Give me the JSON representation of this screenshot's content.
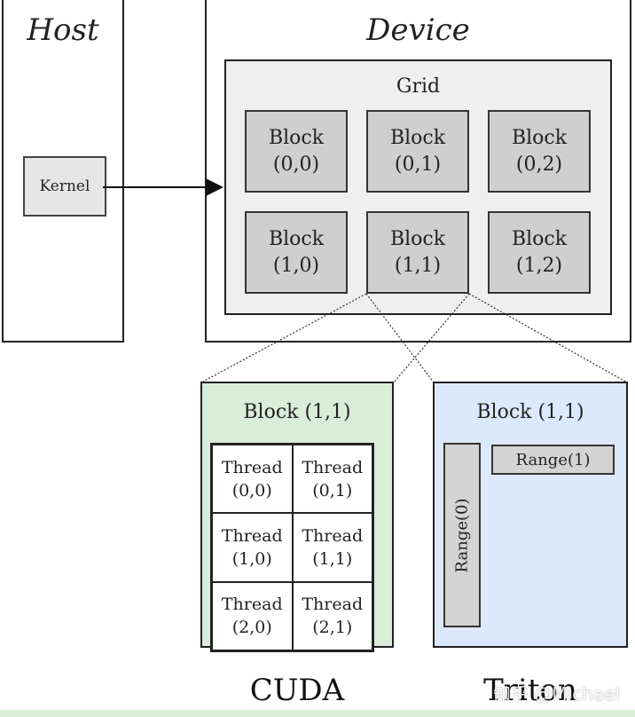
{
  "host": {
    "title": "Host",
    "kernel_label": "Kernel"
  },
  "device": {
    "title": "Device",
    "grid_label": "Grid",
    "blocks": [
      {
        "line1": "Block",
        "line2": "(0,0)"
      },
      {
        "line1": "Block",
        "line2": "(0,1)"
      },
      {
        "line1": "Block",
        "line2": "(0,2)"
      },
      {
        "line1": "Block",
        "line2": "(1,0)"
      },
      {
        "line1": "Block",
        "line2": "(1,1)"
      },
      {
        "line1": "Block",
        "line2": "(1,2)"
      }
    ]
  },
  "cuda": {
    "block_title": "Block (1,1)",
    "threads": [
      {
        "line1": "Thread",
        "line2": "(0,0)"
      },
      {
        "line1": "Thread",
        "line2": "(0,1)"
      },
      {
        "line1": "Thread",
        "line2": "(1,0)"
      },
      {
        "line1": "Thread",
        "line2": "(1,1)"
      },
      {
        "line1": "Thread",
        "line2": "(2,0)"
      },
      {
        "line1": "Thread",
        "line2": "(2,1)"
      }
    ],
    "caption": "CUDA"
  },
  "triton": {
    "block_title": "Block (1,1)",
    "range0_label": "Range(0)",
    "range1_label": "Range(1)",
    "caption": "Triton"
  },
  "watermark": "知乎 @Michael",
  "colors": {
    "cuda_fill": "#d9edd9",
    "triton_fill": "#dce8fb",
    "block_fill": "#cfcfcf",
    "grid_fill": "#efefef"
  }
}
